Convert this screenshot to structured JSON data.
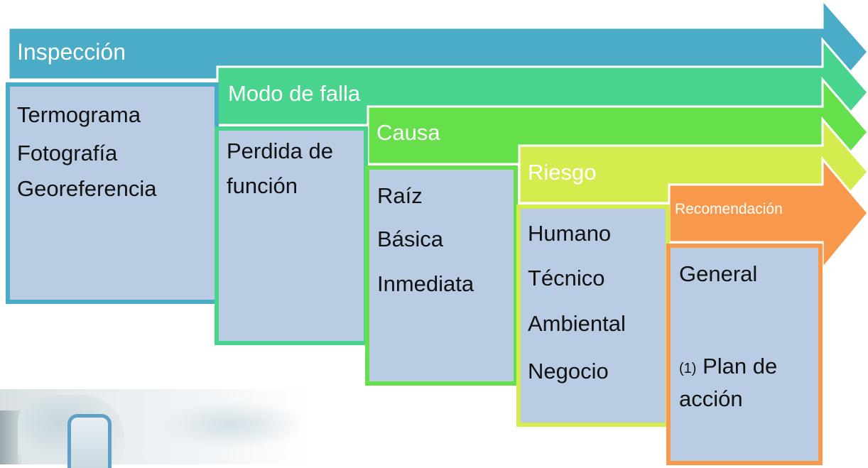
{
  "stages": [
    {
      "title": "Inspección",
      "color": "#4aacc6",
      "border": "#4aacc6",
      "items": [
        "Termograma",
        "Fotografía",
        "Georeferencia"
      ]
    },
    {
      "title": "Modo de falla",
      "color": "#49d48d",
      "border": "#49d48d",
      "items": [
        "Perdida de",
        "función"
      ]
    },
    {
      "title": "Causa",
      "color": "#65e04a",
      "border": "#65e04a",
      "items": [
        "Raíz",
        "Básica",
        "Inmediata"
      ]
    },
    {
      "title": "Riesgo",
      "color": "#d5ec4e",
      "border": "#d5ec4e",
      "items": [
        "Humano",
        "Técnico",
        "Ambiental",
        "Negocio"
      ]
    },
    {
      "title": "Recomendación",
      "color": "#f7984a",
      "border": "#f7984a",
      "items": [
        "General",
        "(1)",
        "Plan de",
        "acción"
      ]
    }
  ],
  "box_fill": "#b9cce4"
}
